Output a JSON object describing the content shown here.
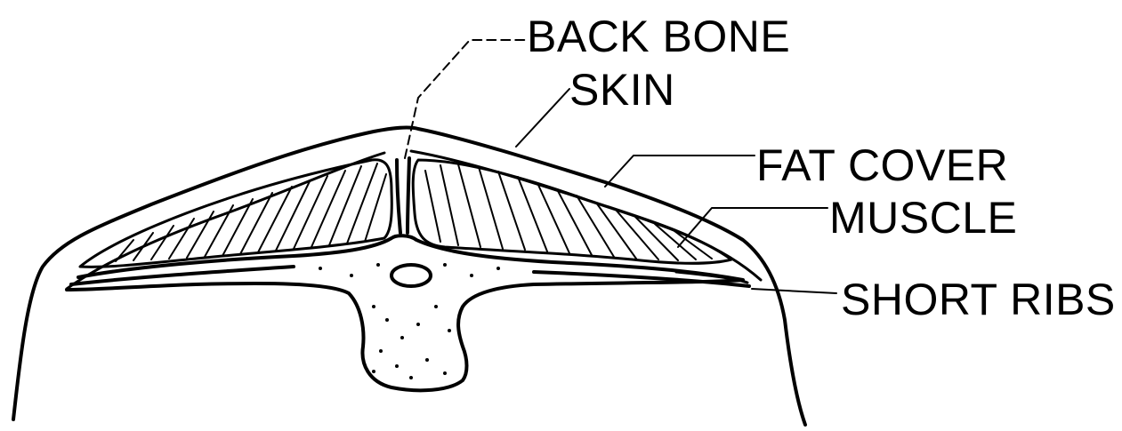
{
  "diagram": {
    "labels": {
      "back_bone": "BACK BONE",
      "skin": "SKIN",
      "fat_cover": "FAT COVER",
      "muscle": "MUSCLE",
      "short_ribs": "SHORT RIBS"
    },
    "colors": {
      "ink": "#000000",
      "background": "#ffffff"
    }
  }
}
